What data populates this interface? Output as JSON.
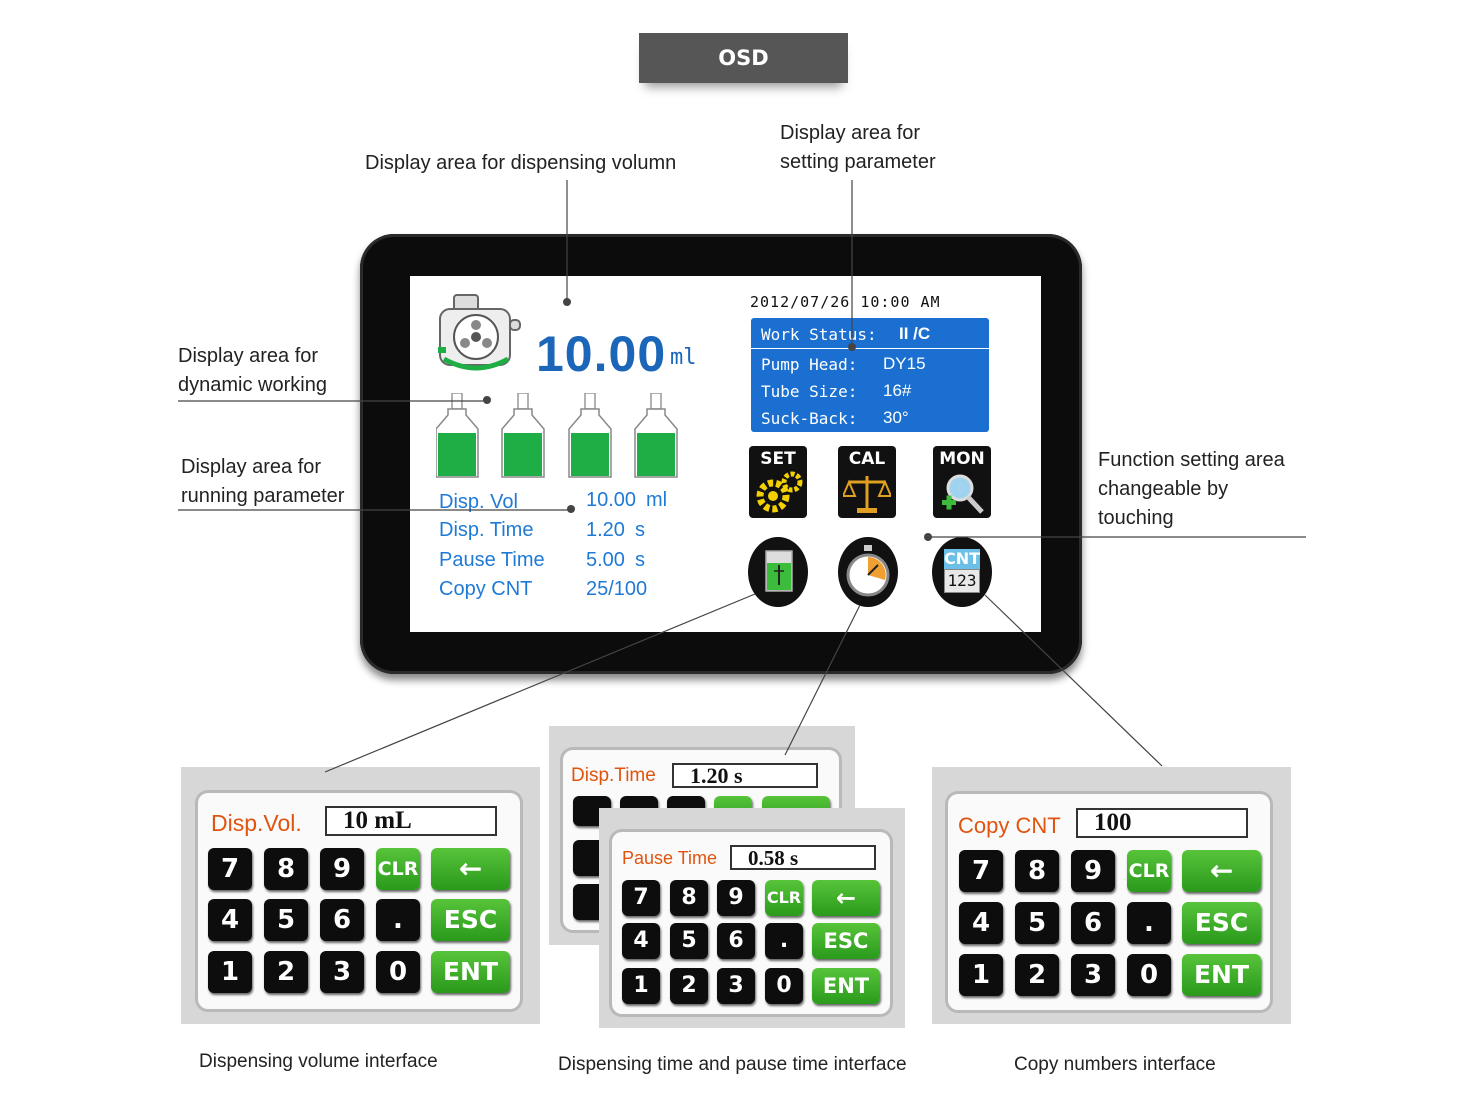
{
  "header": {
    "tab": "OSD"
  },
  "callouts": {
    "dispensing_volume": "Display area for dispensing volumn",
    "setting_parameter": [
      "Display area for",
      "setting parameter"
    ],
    "dynamic_working": [
      "Display area for",
      "dynamic working"
    ],
    "running_parameter": [
      "Display area for",
      "running parameter"
    ],
    "function_setting": [
      "Function setting area",
      "changeable by",
      "touching"
    ]
  },
  "screen": {
    "volume": "10.00",
    "volume_unit": "ml",
    "datetime": "2012/07/26 10:00 AM",
    "status": [
      {
        "label": "Work Status:",
        "value": "II /C"
      },
      {
        "label": "Pump Head:",
        "value": "DY15"
      },
      {
        "label": "Tube Size:",
        "value": "16#"
      },
      {
        "label": "Suck-Back:",
        "value": "30°"
      }
    ],
    "running": [
      {
        "label": "Disp. Vol",
        "value": "10.00",
        "unit": "ml"
      },
      {
        "label": "Disp. Time",
        "value": "1.20",
        "unit": "s"
      },
      {
        "label": "Pause Time",
        "value": "5.00",
        "unit": "s"
      },
      {
        "label": "Copy CNT",
        "value": "25/100",
        "unit": ""
      }
    ],
    "functions": [
      "SET",
      "CAL",
      "MON"
    ],
    "cnt_icon": {
      "top": "CNT",
      "bottom": "123"
    }
  },
  "keypad": {
    "digits_row1": [
      "7",
      "8",
      "9"
    ],
    "digits_row2": [
      "4",
      "5",
      "6"
    ],
    "digits_row3": [
      "1",
      "2",
      "3",
      "0"
    ],
    "dot": ".",
    "clr": "CLR",
    "back": "←",
    "esc": "ESC",
    "ent": "ENT"
  },
  "pads": {
    "vol": {
      "title": "Disp.Vol.",
      "value": "10 mL"
    },
    "time": {
      "title": "Disp.Time",
      "value": "1.20 s"
    },
    "pause": {
      "title": "Pause Time",
      "value": "0.58 s"
    },
    "cnt": {
      "title": "Copy CNT",
      "value": "100"
    }
  },
  "captions": {
    "vol": "Dispensing volume interface",
    "time": "Dispensing time and pause time interface",
    "cnt": "Copy numbers interface"
  },
  "colors": {
    "screen_blue": "#1b6fd0",
    "text_blue": "#1f7ad6",
    "liquid_green": "#1fae45",
    "key_green": "#3aae28",
    "title_orange": "#e0540f"
  }
}
